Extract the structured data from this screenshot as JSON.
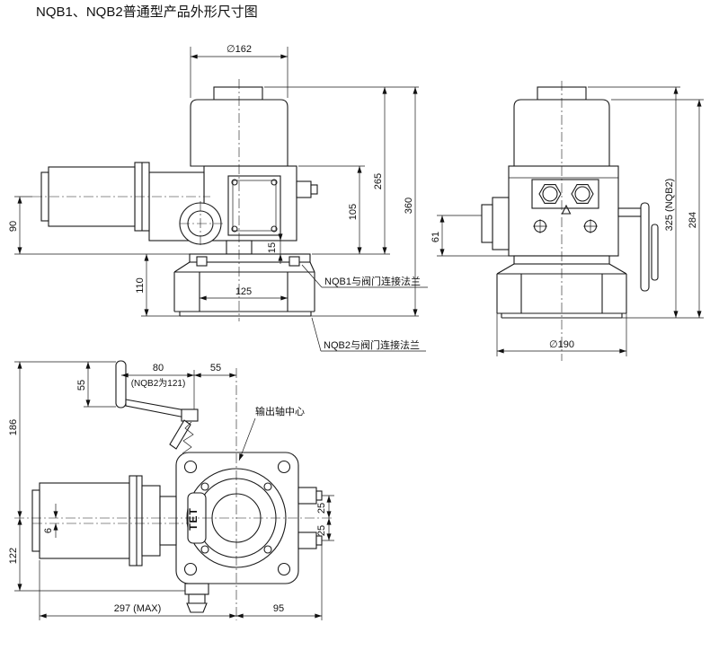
{
  "title": "NQB1、NQB2普通型产品外形尺寸图",
  "front_view": {
    "dia_top": "∅162",
    "h_360": "360",
    "h_265": "265",
    "h_105": "105",
    "t_15": "15",
    "h_90": "90",
    "h_110": "110",
    "w_125": "125",
    "label_nqb1": "NQB1与阀门连接法兰",
    "label_nqb2": "NQB2与阀门连接法兰"
  },
  "side_view": {
    "h_325": "325 (NQB2)",
    "h_284": "284",
    "h_61": "61",
    "dia_190": "∅190"
  },
  "top_view": {
    "w_80": "80",
    "note_80": "(NQB2为121)",
    "w_55": "55",
    "h_55": "55",
    "h_186": "186",
    "h_122": "122",
    "off_6": "6",
    "h_25a": "25",
    "h_25b": "25",
    "w_297": "297 (MAX)",
    "w_95": "95",
    "label_center": "输出轴中心",
    "brand": "TET"
  }
}
